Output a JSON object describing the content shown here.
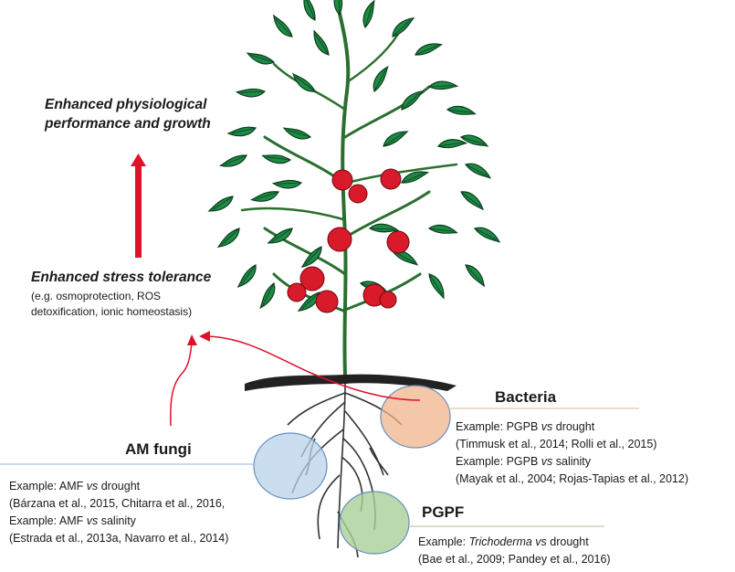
{
  "top_effect": {
    "line1": "Enhanced physiological",
    "line2": "performance and growth"
  },
  "stress": {
    "title": "Enhanced stress tolerance",
    "detail1": "(e.g. osmoprotection, ROS",
    "detail2": "detoxification, ionic homeostasis)"
  },
  "bacteria": {
    "heading": "Bacteria",
    "ex1_prefix": "Example: PGPB ",
    "ex1_vs": "vs",
    "ex1_suffix": " drought",
    "ex1_refs": "(Timmusk et al., 2014; Rolli et al., 2015)",
    "ex2_prefix": "Example: PGPB ",
    "ex2_vs": "vs",
    "ex2_suffix": " salinity",
    "ex2_refs": "(Mayak et al., 2004; Rojas-Tapias et al., 2012)"
  },
  "amf": {
    "heading": "AM fungi",
    "ex1_prefix": "Example: AMF ",
    "ex1_vs": "vs",
    "ex1_suffix": " drought",
    "ex1_refs": "(Bárzana et al., 2015, Chitarra et al., 2016,",
    "ex2_prefix": "Example: AMF ",
    "ex2_vs": "vs",
    "ex2_suffix": " salinity",
    "ex2_refs": "(Estrada et al., 2013a, Navarro et al., 2014)"
  },
  "pgpf": {
    "heading": "PGPF",
    "ex1_prefix": "Example: ",
    "ex1_genus": "Trichoderma",
    "ex1_vs": " vs",
    "ex1_suffix": " drought",
    "ex1_refs": "(Bae et al.,  2009; Pandey et al., 2016)"
  },
  "colors": {
    "arrow_red": "#e0102a",
    "bacteria_circle": "#f2b48c",
    "amf_circle": "#b9d3ea",
    "pgpf_circle": "#a9cf98",
    "leaf_green": "#1d8a45",
    "tomato_red": "#d91a2a",
    "rule_line": "#e2c8a8"
  }
}
